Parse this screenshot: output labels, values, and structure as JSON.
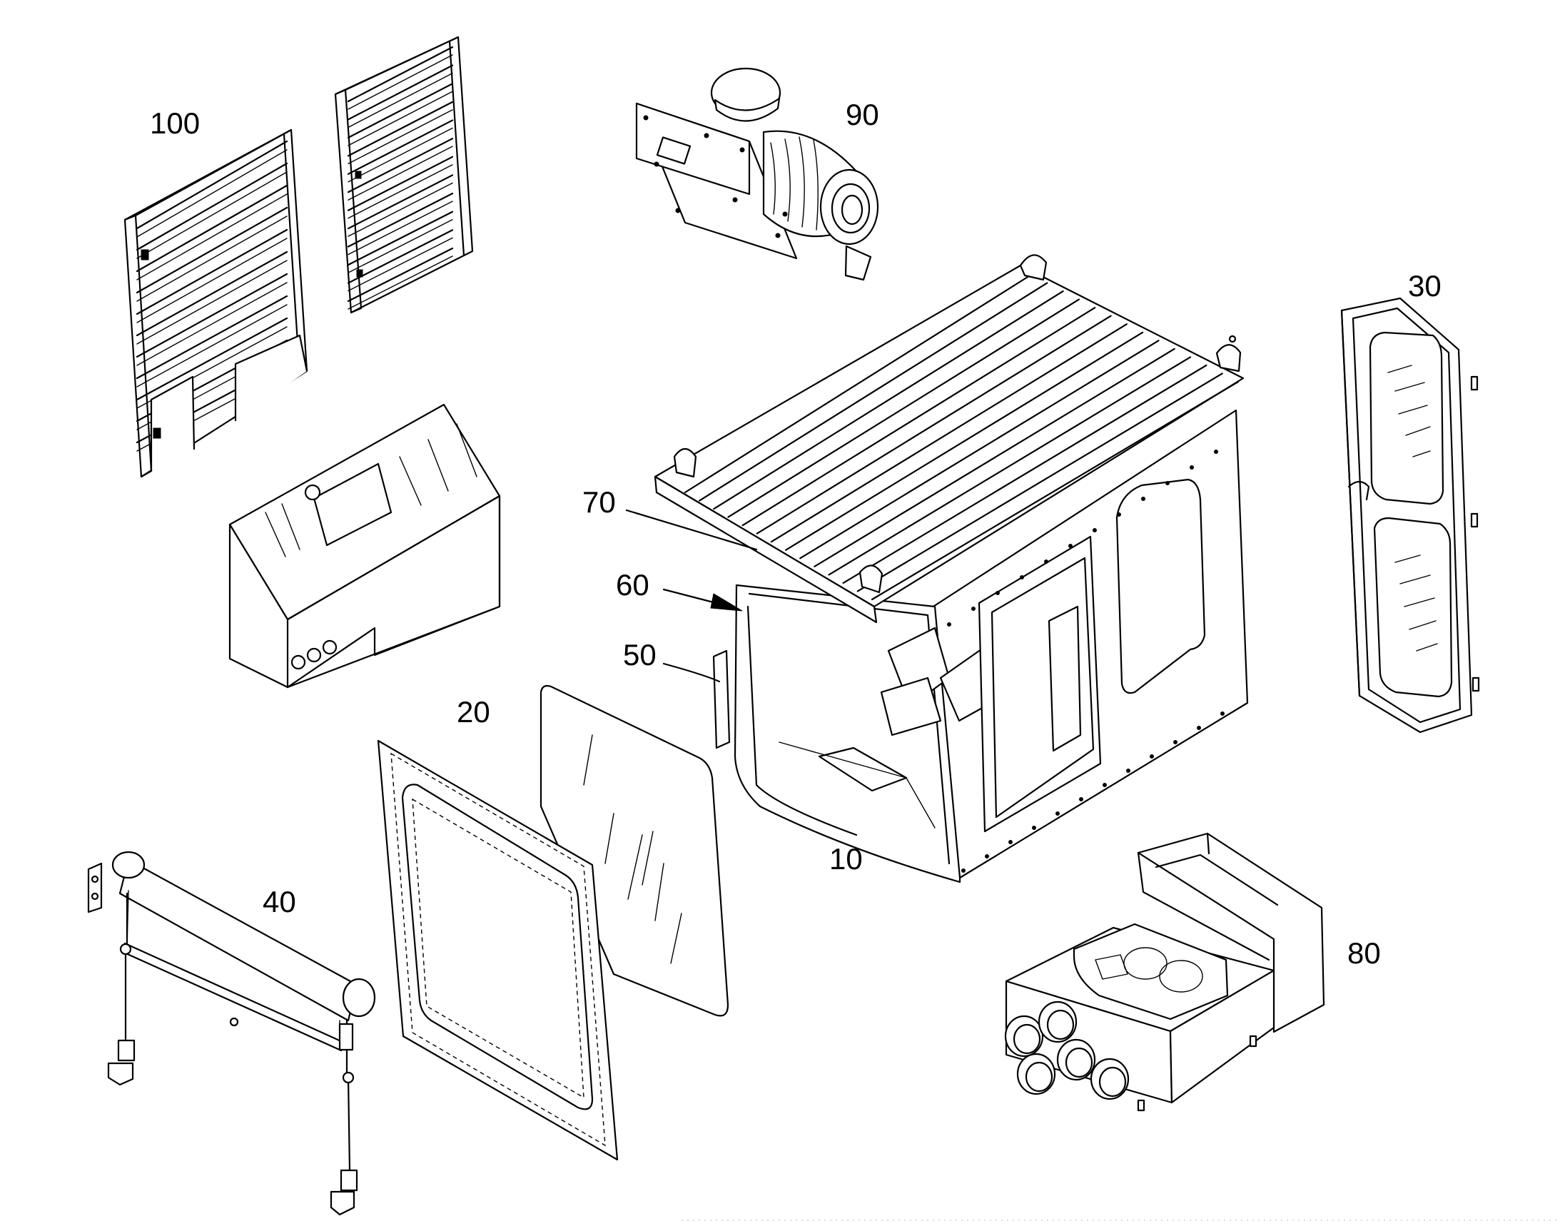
{
  "diagram": {
    "callouts": {
      "c10": "10",
      "c20": "20",
      "c30": "30",
      "c40": "40",
      "c50": "50",
      "c60": "60",
      "c70": "70",
      "c80": "80",
      "c90": "90",
      "c100": "100"
    }
  }
}
